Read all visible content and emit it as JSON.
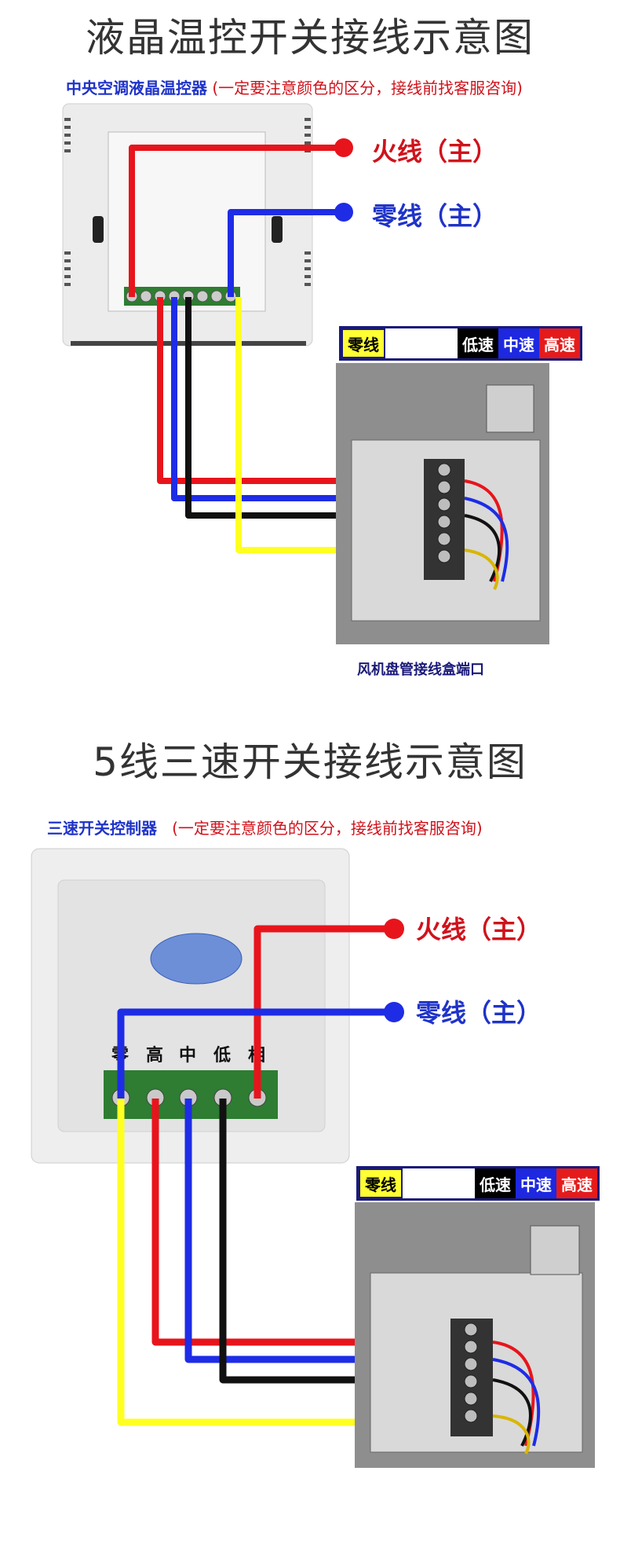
{
  "section1": {
    "title": "液晶温控开关接线示意图",
    "subtitle_blue": "中央空调液晶温控器",
    "subtitle_red": "(一定要注意颜色的区分，接线前找客服咨询)",
    "label_live": "火线（主）",
    "label_neutral": "零线（主）",
    "legend": [
      "零线",
      "低速",
      "中速",
      "高速"
    ],
    "caption": "风机盘管接线盒端口"
  },
  "section2": {
    "title": "5线三速开关接线示意图",
    "subtitle_blue": "三速开关控制器",
    "subtitle_red": "(一定要注意颜色的区分，接线前找客服咨询)",
    "label_live": "火线（主）",
    "label_neutral": "零线（主）",
    "terminals": [
      "零",
      "高",
      "中",
      "低",
      "相"
    ],
    "legend": [
      "零线",
      "低速",
      "中速",
      "高速"
    ]
  },
  "colors": {
    "red": "#e8141c",
    "blue": "#1e2ce6",
    "black": "#111111",
    "yellow": "#ffff22"
  }
}
